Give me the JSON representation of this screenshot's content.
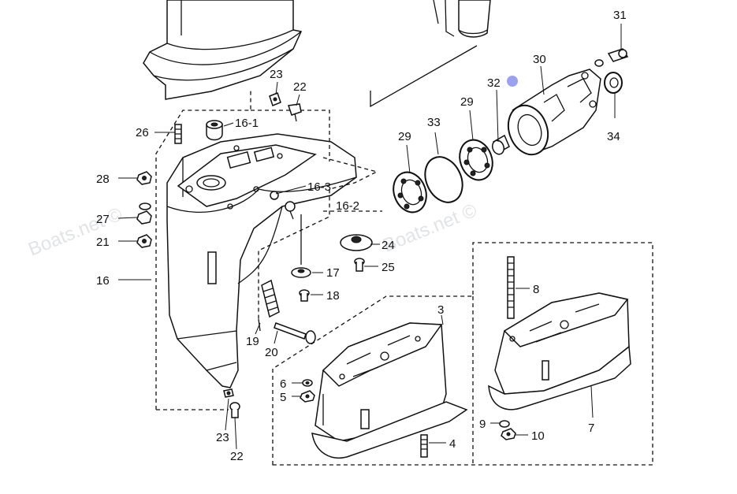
{
  "watermark": "Boats.net ©",
  "accent_dot_color": "#9aa2f0",
  "callouts": {
    "c31": "31",
    "c30": "30",
    "c32": "32",
    "c34": "34",
    "c29a": "29",
    "c29b": "29",
    "c33": "33",
    "c23a": "23",
    "c22a": "22",
    "c26": "26",
    "c16_1": "16-1",
    "c16_3": "16-3",
    "c16_2": "16-2",
    "c28": "28",
    "c27": "27",
    "c21": "21",
    "c16": "16",
    "c24": "24",
    "c25": "25",
    "c17": "17",
    "c18": "18",
    "c19": "19",
    "c20": "20",
    "c8": "8",
    "c3": "3",
    "c6": "6",
    "c5": "5",
    "c4": "4",
    "c7": "7",
    "c9": "9",
    "c10": "10",
    "c23b": "23",
    "c22b": "22"
  }
}
